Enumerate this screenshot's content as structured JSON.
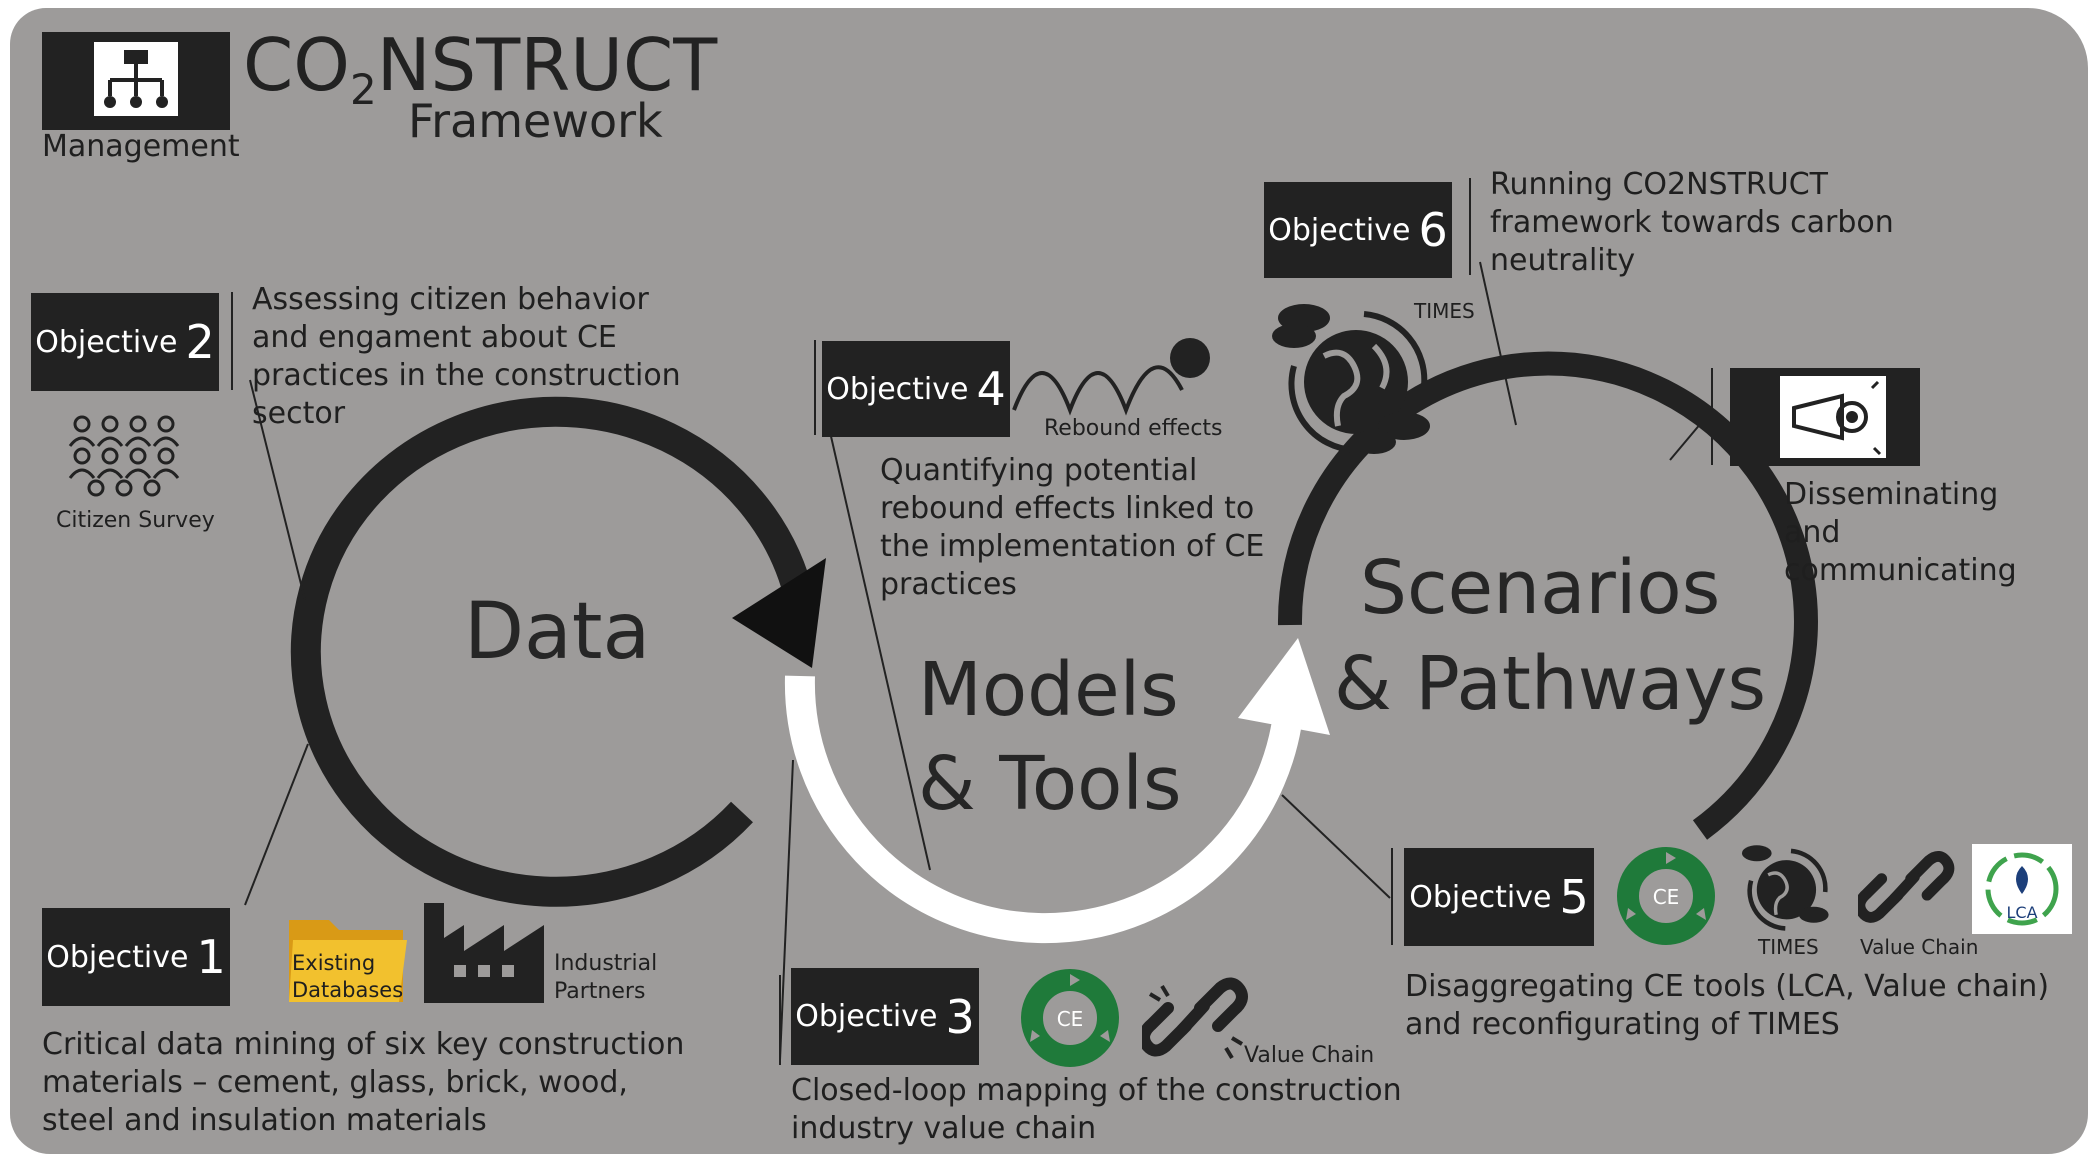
{
  "header": {
    "title_prefix": "C",
    "title_o": "O",
    "title_sub": "2",
    "title_rest": "NSTRUCT",
    "subtitle": "Framework",
    "management_label": "Management"
  },
  "cycles": {
    "data": "Data",
    "models_line1": "Models",
    "models_line2": "& Tools",
    "scenarios_line1": "Scenarios",
    "scenarios_line2": "& Pathways"
  },
  "objectives": [
    {
      "label": "Objective",
      "number": "1",
      "text": "Critical data mining of six key construction materials – cement, glass, brick, wood, steel and insulation materials",
      "icons": [
        "Existing Databases",
        "Industrial Partners"
      ]
    },
    {
      "label": "Objective",
      "number": "2",
      "text": "Assessing citizen behavior and engament about CE practices in the construction sector",
      "icons": [
        "Citizen Survey"
      ]
    },
    {
      "label": "Objective",
      "number": "3",
      "text": "Closed-loop mapping of the construction industry value chain",
      "icons": [
        "CE",
        "Value Chain"
      ]
    },
    {
      "label": "Objective",
      "number": "4",
      "text": "Quantifying potential rebound effects linked to the implementation of CE practices",
      "icons": [
        "Rebound effects"
      ]
    },
    {
      "label": "Objective",
      "number": "5",
      "text": "Disaggregating CE tools (LCA, Value chain) and reconfigurating of TIMES",
      "icons": [
        "CE",
        "TIMES",
        "Value Chain",
        "LCA"
      ]
    },
    {
      "label": "Objective",
      "number": "6",
      "text": "Running CO2NSTRUCT framework towards carbon neutrality",
      "icons": [
        "TIMES"
      ]
    }
  ],
  "dissemination": {
    "text": "Disseminating and communicating"
  },
  "icon_names": [
    "organization-chart-icon",
    "citizen-group-icon",
    "folder-icon",
    "factory-icon",
    "ce-cycle-icon",
    "chain-link-icon",
    "rebound-wave-icon",
    "globe-cycle-icon",
    "megaphone-icon",
    "lca-icon"
  ],
  "colors": {
    "background": "#9d9b9a",
    "dark": "#222222",
    "arrow_white": "#ffffff",
    "ce_green": "#1f7a3a",
    "folder_yellow": "#f2c12e"
  }
}
